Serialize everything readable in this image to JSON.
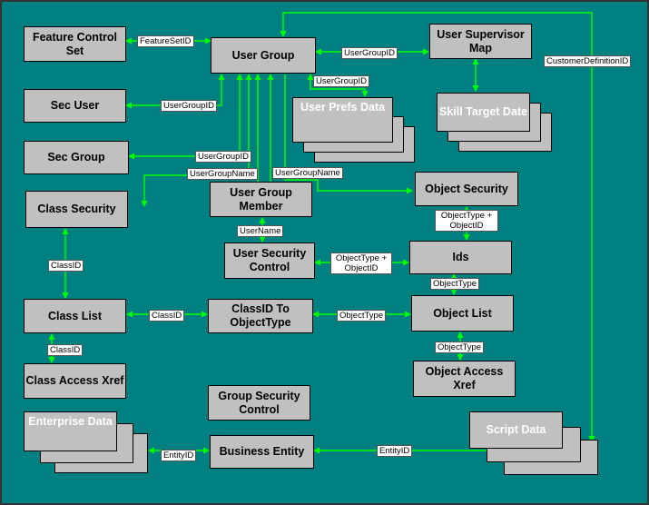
{
  "boxes": {
    "feature_control_set": "Feature Control Set",
    "user_group": "User Group",
    "user_supervisor_map": "User Supervisor Map",
    "sec_user": "Sec User",
    "user_prefs_data": "User Prefs Data",
    "skill_target_date": "Skill Target Date",
    "sec_group": "Sec Group",
    "class_security": "Class Security",
    "user_group_member": "User Group Member",
    "object_security": "Object Security",
    "user_security_control": "User Security Control",
    "ids": "Ids",
    "class_list": "Class List",
    "classid_to_objecttype": "ClassID To ObjectType",
    "object_list": "Object List",
    "class_access_xref": "Class Access Xref",
    "object_access_xref": "Object Access Xref",
    "group_security_control": "Group Security Control",
    "enterprise_data": "Enterprise Data",
    "business_entity": "Business Entity",
    "script_data": "Script Data"
  },
  "labels": {
    "featuresetid": "FeatureSetID",
    "usergroupid_supervisor": "UserGroupID",
    "usergroupid_prefs": "UserGroupID",
    "usergroupid_secuser": "UserGroupID",
    "usergroupid_secgroup": "UserGroupID",
    "usergroupname_class": "UserGroupName",
    "usergroupname_object": "UserGroupName",
    "customerdefinitionid": "CustomerDefinitionID",
    "username": "UserName",
    "objecttype_objectid_1": "ObjectType + ObjectID",
    "objecttype_objectid_2": "ObjectType + ObjectID",
    "objecttype_ids": "ObjectType",
    "classid_vertical": "ClassID",
    "classid_horizontal": "ClassID",
    "objecttype_horizontal": "ObjectType",
    "classid_access": "ClassID",
    "objecttype_access": "ObjectType",
    "entityid_enterprise": "EntityID",
    "entityid_script": "EntityID"
  },
  "colors": {
    "background": "#008080",
    "box": "#c0c0c0",
    "line": "#00ff00"
  }
}
